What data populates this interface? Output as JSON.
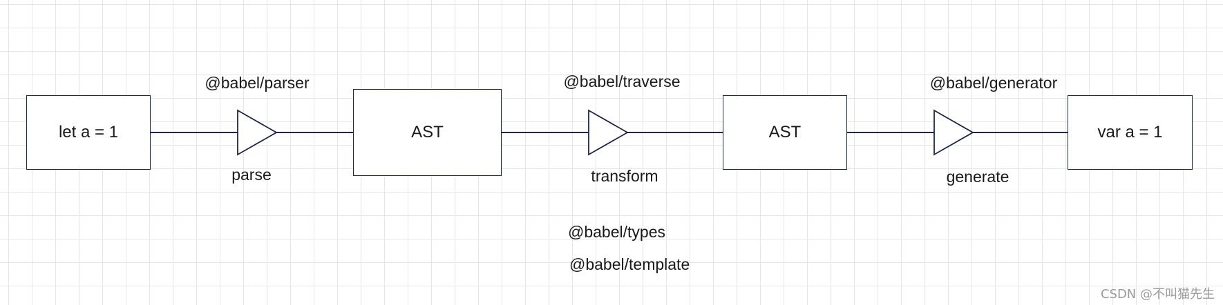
{
  "diagram": {
    "nodes": {
      "source": "let a = 1",
      "ast1": "AST",
      "ast2": "AST",
      "output": "var a = 1"
    },
    "steps": {
      "parse": {
        "label": "parse",
        "package": "@babel/parser"
      },
      "transform": {
        "label": "transform",
        "package": "@babel/traverse"
      },
      "generate": {
        "label": "generate",
        "package": "@babel/generator"
      }
    },
    "helpers": [
      "@babel/types",
      "@babel/template"
    ]
  },
  "watermark": "CSDN @不叫猫先生",
  "colors": {
    "line": "#1f2547",
    "grid": "#e6e6e6",
    "background": "#ffffff"
  }
}
